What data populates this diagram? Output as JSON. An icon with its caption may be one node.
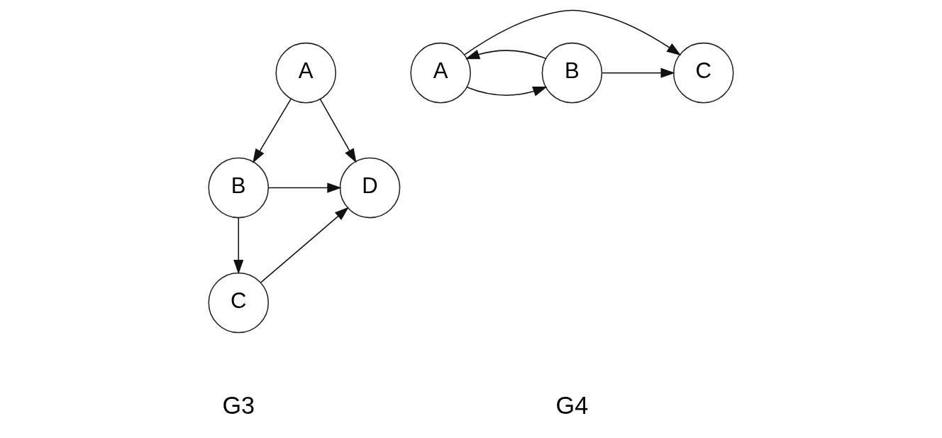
{
  "diagram": {
    "nodes": [
      {
        "text": [
          "A"
        ]
      },
      {
        "text": [
          "B"
        ]
      },
      {
        "text": [
          "C"
        ]
      },
      {
        "text": [
          "D"
        ]
      },
      {
        "text": [
          "A"
        ]
      },
      {
        "text": [
          "B"
        ]
      },
      {
        "text": [
          "C"
        ]
      }
    ],
    "edges": [
      {
        "from": 0,
        "to": 1,
        "arrow": "to"
      },
      {
        "from": 0,
        "to": 3,
        "arrow": "to"
      },
      {
        "from": 1,
        "to": 3,
        "arrow": "to"
      },
      {
        "from": 1,
        "to": 2,
        "arrow": "to"
      },
      {
        "from": 2,
        "to": 3,
        "arrow": "to"
      },
      {
        "from": 4,
        "to": 5,
        "arrow": "to"
      },
      {
        "from": 5,
        "to": 4,
        "arrow": "to"
      },
      {
        "from": 5,
        "to": 6,
        "arrow": "to"
      },
      {
        "from": 4,
        "to": 6,
        "arrow": "to"
      }
    ],
    "labels": [
      "G3",
      "G4"
    ]
  }
}
